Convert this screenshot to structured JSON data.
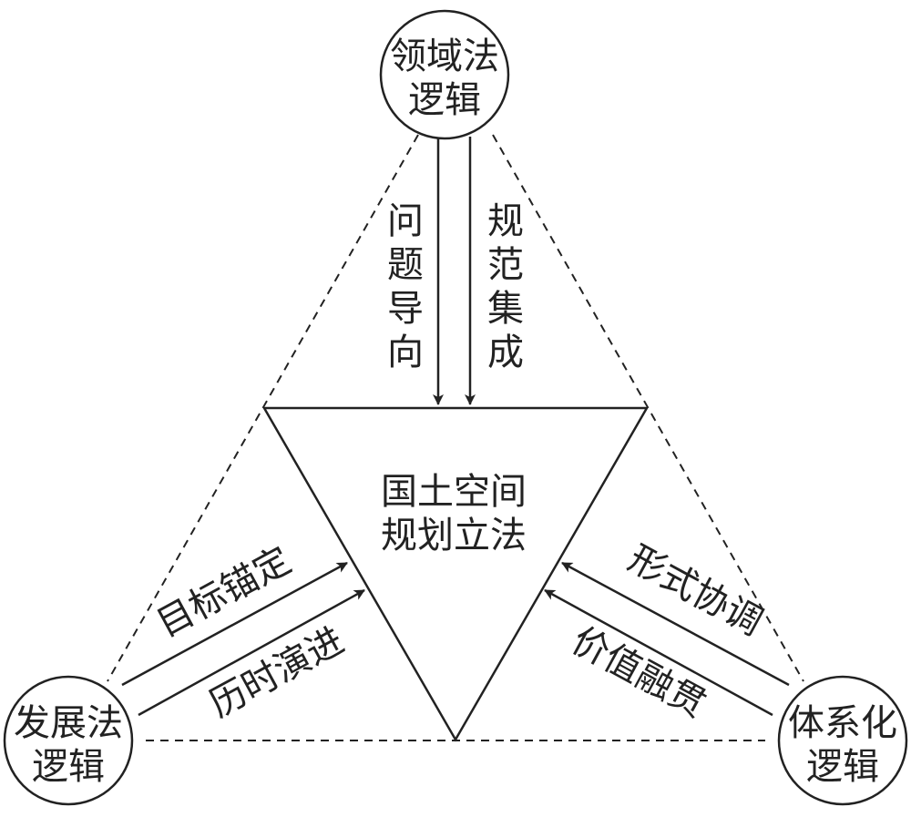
{
  "center": {
    "line1": "国土空间",
    "line2": "规划立法"
  },
  "nodes": {
    "top": {
      "line1": "领域法",
      "line2": "逻辑"
    },
    "bottom_left": {
      "line1": "发展法",
      "line2": "逻辑"
    },
    "bottom_right": {
      "line1": "体系化",
      "line2": "逻辑"
    }
  },
  "edges": {
    "top_left": [
      "问",
      "题",
      "导",
      "向"
    ],
    "top_right": [
      "规",
      "范",
      "集",
      "成"
    ],
    "left_upper": "目标锚定",
    "left_lower": "历时演进",
    "right_upper": "形式协调",
    "right_lower": "价值融贯"
  },
  "colors": {
    "stroke": "#222222",
    "background": "#ffffff"
  }
}
